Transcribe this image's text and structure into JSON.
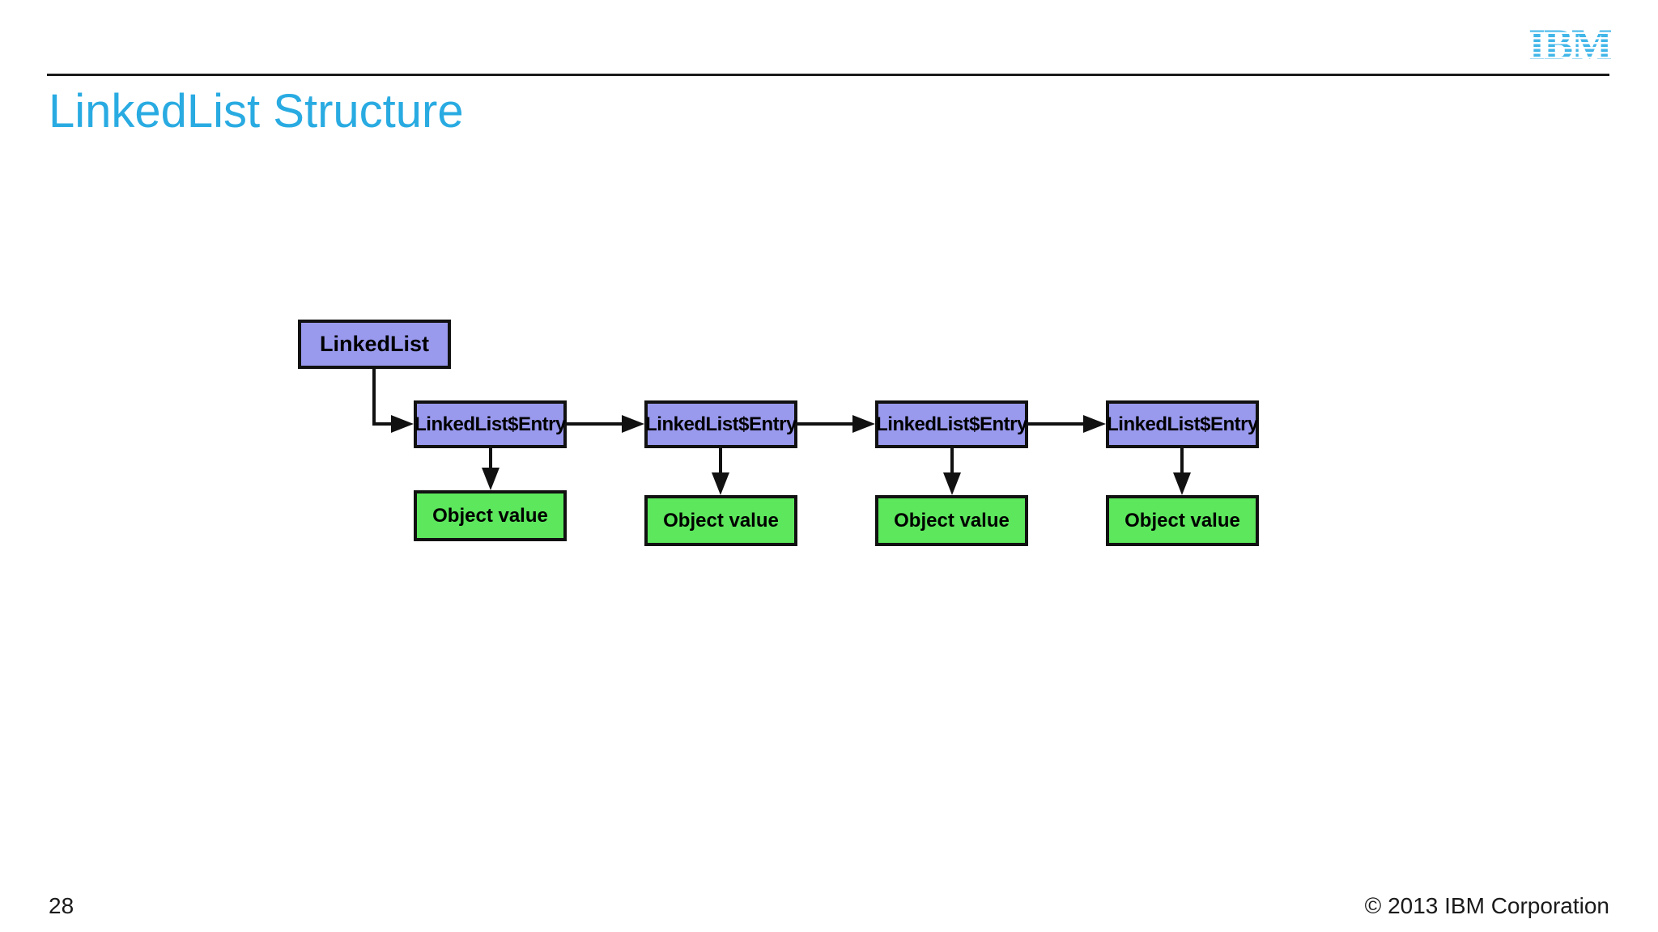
{
  "header": {
    "logo_text": "IBM",
    "title": "LinkedList Structure"
  },
  "colors": {
    "title_blue": "#29ABE2",
    "logo_blue": "#41B6E8",
    "node_purple": "#9999EE",
    "value_green": "#5CE75C",
    "line_black": "#111111"
  },
  "diagram": {
    "root_label": "LinkedList",
    "entries": [
      {
        "label": "LinkedList$Entry",
        "value": "Object value"
      },
      {
        "label": "LinkedList$Entry",
        "value": "Object value"
      },
      {
        "label": "LinkedList$Entry",
        "value": "Object value"
      },
      {
        "label": "LinkedList$Entry",
        "value": "Object value"
      }
    ]
  },
  "footer": {
    "page_number": "28",
    "copyright": "© 2013 IBM Corporation"
  }
}
